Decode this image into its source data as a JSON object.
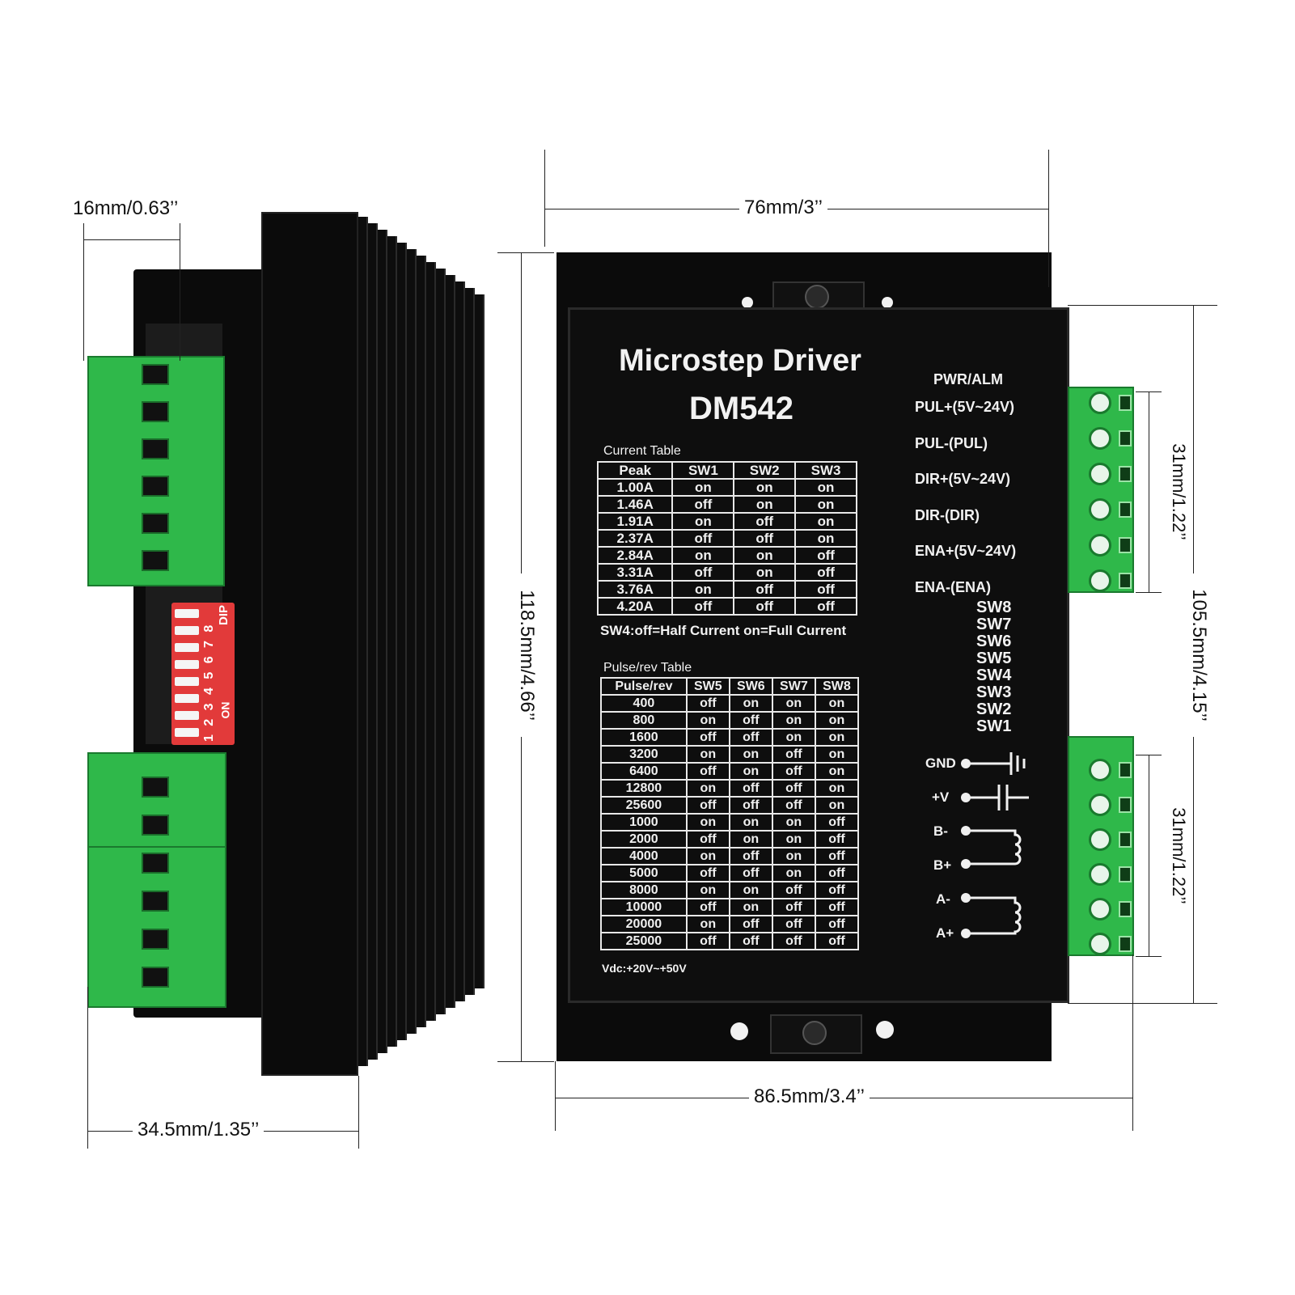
{
  "dimensions": {
    "side_depth_top": "16mm/0.63’’",
    "side_depth_bottom": "34.5mm/1.35’’",
    "front_width_top": "76mm/3’’",
    "front_width_bottom": "86.5mm/3.4’’",
    "height_total": "118.5mm/4.66’’",
    "height_panel": "105.5mm/4.15’’",
    "terminal_upper": "31mm/1.22’’",
    "terminal_lower": "31mm/1.22’’"
  },
  "dip": {
    "numbers": "1 2 3 4 5 6 7 8",
    "on_label": "ON",
    "dip_label": "DIP"
  },
  "panel": {
    "title": "Microstep Driver",
    "model": "DM542",
    "current_table_title": "Current Table",
    "current_headers": [
      "Peak",
      "SW1",
      "SW2",
      "SW3"
    ],
    "current_rows": [
      [
        "1.00A",
        "on",
        "on",
        "on"
      ],
      [
        "1.46A",
        "off",
        "on",
        "on"
      ],
      [
        "1.91A",
        "on",
        "off",
        "on"
      ],
      [
        "2.37A",
        "off",
        "off",
        "on"
      ],
      [
        "2.84A",
        "on",
        "on",
        "off"
      ],
      [
        "3.31A",
        "off",
        "on",
        "off"
      ],
      [
        "3.76A",
        "on",
        "off",
        "off"
      ],
      [
        "4.20A",
        "off",
        "off",
        "off"
      ]
    ],
    "sw4_note": "SW4:off=Half Current on=Full Current",
    "pulse_table_title": "Pulse/rev Table",
    "pulse_headers": [
      "Pulse/rev",
      "SW5",
      "SW6",
      "SW7",
      "SW8"
    ],
    "pulse_rows": [
      [
        "400",
        "off",
        "on",
        "on",
        "on"
      ],
      [
        "800",
        "on",
        "off",
        "on",
        "on"
      ],
      [
        "1600",
        "off",
        "off",
        "on",
        "on"
      ],
      [
        "3200",
        "on",
        "on",
        "off",
        "on"
      ],
      [
        "6400",
        "off",
        "on",
        "off",
        "on"
      ],
      [
        "12800",
        "on",
        "off",
        "off",
        "on"
      ],
      [
        "25600",
        "off",
        "off",
        "off",
        "on"
      ],
      [
        "1000",
        "on",
        "on",
        "on",
        "off"
      ],
      [
        "2000",
        "off",
        "on",
        "on",
        "off"
      ],
      [
        "4000",
        "on",
        "off",
        "on",
        "off"
      ],
      [
        "5000",
        "off",
        "off",
        "on",
        "off"
      ],
      [
        "8000",
        "on",
        "on",
        "off",
        "off"
      ],
      [
        "10000",
        "off",
        "on",
        "off",
        "off"
      ],
      [
        "20000",
        "on",
        "off",
        "off",
        "off"
      ],
      [
        "25000",
        "off",
        "off",
        "off",
        "off"
      ]
    ],
    "vdc": "Vdc:+20V~+50V",
    "pwr_alm": "PWR/ALM",
    "signal_labels": [
      "PUL+(5V~24V)",
      "PUL-(PUL)",
      "DIR+(5V~24V)",
      "DIR-(DIR)",
      "ENA+(5V~24V)",
      "ENA-(ENA)"
    ],
    "sw_labels": [
      "SW8",
      "SW7",
      "SW6",
      "SW5",
      "SW4",
      "SW3",
      "SW2",
      "SW1"
    ],
    "power_labels": [
      "GND",
      "+V",
      "B-",
      "B+",
      "A-",
      "A+"
    ]
  }
}
